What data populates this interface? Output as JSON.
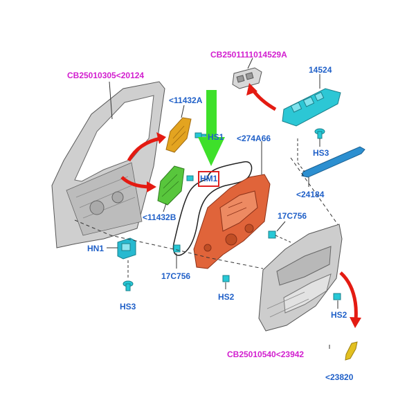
{
  "colors": {
    "part_number_blue": "#2060c8",
    "assembly_magenta": "#d21ecf",
    "callout_arrow_red": "#e41b12",
    "highlight_arrow_green": "#3ee02a",
    "highlight_box_red": "#e02020",
    "door_panel_orange": "#e0643a",
    "switch_bezel_cyan": "#27c8d6",
    "pad_green": "#58c63c",
    "pad_yellow": "#e3a420",
    "trim_grey": "#c9c9c9"
  },
  "labels": {
    "cb_switch_assy": "CB2501111014529A",
    "bezel_14524": "14524",
    "door_shell": "CB25010305<20124",
    "pad_11432a": "<11432A",
    "hs1": "HS1",
    "seal_274a66": "<274A66",
    "hs3_upper": "HS3",
    "hm1_callout": "HM1",
    "strip_24184": "<24184",
    "pad_11432b": "<11432B",
    "clip_17c756_right": "17C756",
    "hn1": "HN1",
    "clip_17c756_left": "17C756",
    "hs2_center": "HS2",
    "hs3_lower": "HS3",
    "hs2_right": "HS2",
    "trim_panel_assy": "CB25010540<23942",
    "handle_23820": "<23820"
  }
}
